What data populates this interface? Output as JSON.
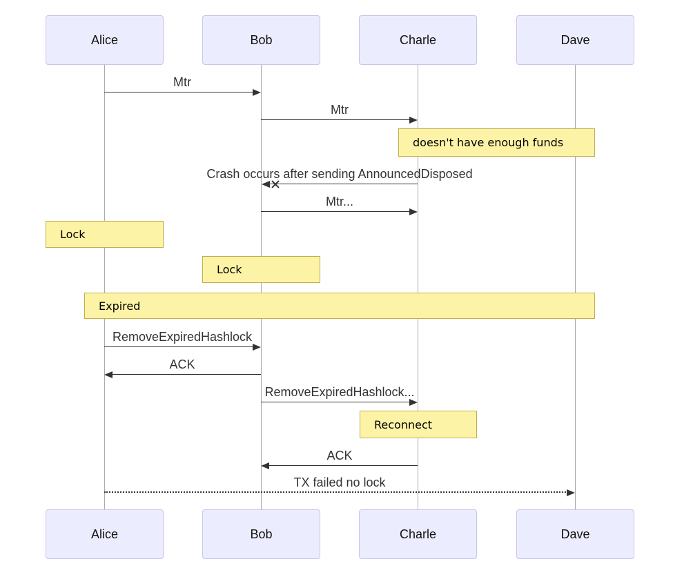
{
  "diagram": {
    "type": "sequence-diagram",
    "background": "#ffffff"
  },
  "actors": [
    {
      "name": "Alice"
    },
    {
      "name": "Bob"
    },
    {
      "name": "Charle"
    },
    {
      "name": "Dave"
    }
  ],
  "messages": [
    {
      "label": "Mtr",
      "from": "Alice",
      "to": "Bob",
      "line": "solid"
    },
    {
      "label": "Mtr",
      "from": "Bob",
      "to": "Charle",
      "line": "solid"
    },
    {
      "label": "Crash occurs after sending AnnouncedDisposed",
      "from": "Charle",
      "to": "Bob",
      "line": "solid-cross"
    },
    {
      "label": "Mtr...",
      "from": "Bob",
      "to": "Charle",
      "line": "solid"
    },
    {
      "label": "RemoveExpiredHashlock",
      "from": "Alice",
      "to": "Bob",
      "line": "solid"
    },
    {
      "label": "ACK",
      "from": "Bob",
      "to": "Alice",
      "line": "solid"
    },
    {
      "label": "RemoveExpiredHashlock...",
      "from": "Bob",
      "to": "Charle",
      "line": "solid"
    },
    {
      "label": "ACK",
      "from": "Charle",
      "to": "Bob",
      "line": "solid"
    },
    {
      "label": "TX failed no lock",
      "from": "Alice",
      "to": "Dave",
      "line": "dotted"
    }
  ],
  "notes": [
    {
      "text": "doesn't have enough funds",
      "over": "Charle,Dave"
    },
    {
      "text": "Lock",
      "over": "Alice"
    },
    {
      "text": "Lock",
      "over": "Bob"
    },
    {
      "text": "Expired",
      "over": "Alice,Dave"
    },
    {
      "text": "Reconnect",
      "over": "Charle"
    }
  ],
  "icons": {
    "message_fail_cross": "✕"
  },
  "colors": {
    "actor_fill": "#ECECFF",
    "actor_border": "#c6c6e8",
    "note_fill": "#FDF3A6",
    "note_border": "#bfae4c",
    "line": "#333333",
    "lifeline": "#aaaaaa"
  }
}
